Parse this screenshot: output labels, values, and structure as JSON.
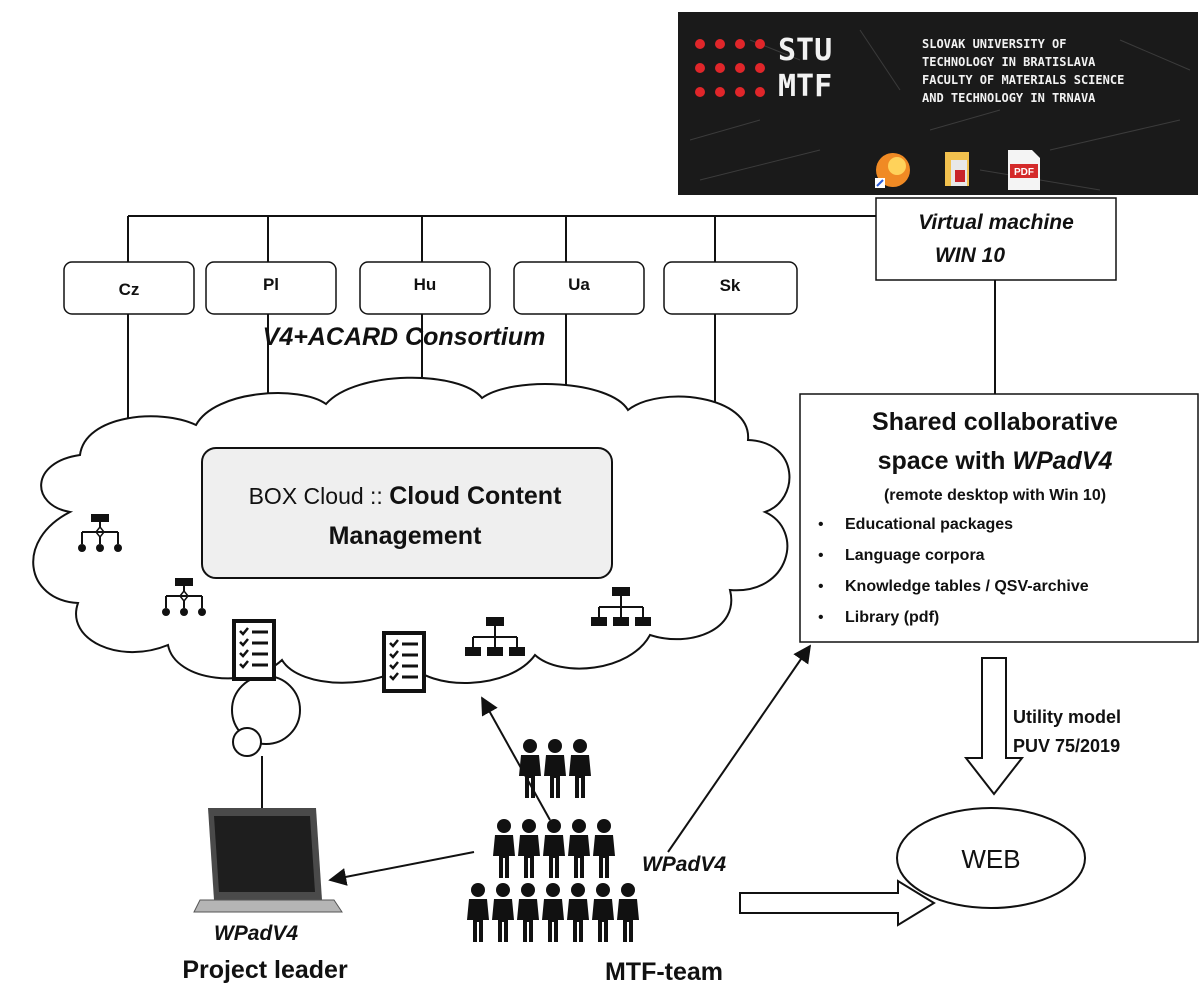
{
  "logo": {
    "brand_top": "STU",
    "brand_bottom": "MTF",
    "lines": [
      "SLOVAK UNIVERSITY OF",
      "TECHNOLOGY IN BRATISLAVA",
      "FACULTY OF MATERIALS SCIENCE",
      "AND TECHNOLOGY IN TRNAVA"
    ],
    "pdf_label": "PDF",
    "dot_color": "#e0262a",
    "background": "#1a1a1a"
  },
  "vm": {
    "line1": "Virtual machine",
    "line2": "WIN 10"
  },
  "countries": [
    "Cz",
    "Pl",
    "Hu",
    "Ua",
    "Sk"
  ],
  "consortium": "V4+ACARD Consortium",
  "box": {
    "line1_prefix": "BOX Cloud :: ",
    "line1_bold": "Cloud Content",
    "line2": "Management"
  },
  "shared": {
    "title1": "Shared collaborative",
    "title2_prefix": "space with ",
    "title2_em": "WPadV4",
    "subtitle": "(remote desktop with Win 10)",
    "items": [
      "Educational packages",
      "Language corpora",
      "Knowledge tables / QSV-archive",
      "Library (pdf)"
    ]
  },
  "utility": {
    "line1": "Utility model",
    "line2": "PUV 75/2019"
  },
  "web": "WEB",
  "labels": {
    "wpad_team": "WPadV4",
    "wpad_leader": "WPadV4",
    "project_leader": "Project leader",
    "mtf_team": "MTF-team"
  },
  "icons": [
    "firefox-icon",
    "folder-icon",
    "pdf-file-icon",
    "org-chart-icon",
    "checklist-icon",
    "laptop-icon",
    "people-group-icon"
  ]
}
